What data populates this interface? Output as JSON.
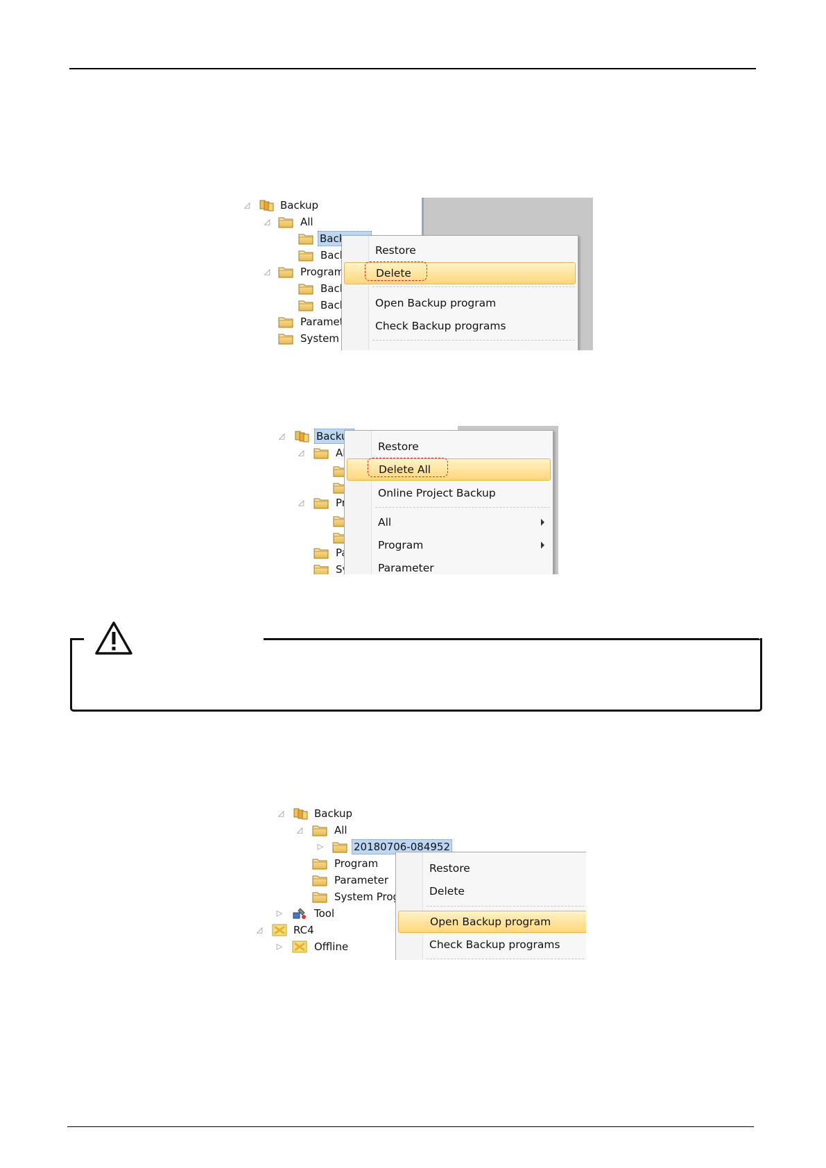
{
  "screenshot1": {
    "tree": [
      {
        "label": "Backup"
      },
      {
        "label": "All"
      },
      {
        "label": "Back"
      },
      {
        "label": "Back"
      },
      {
        "label": "Program"
      },
      {
        "label": "Back"
      },
      {
        "label": "Back"
      },
      {
        "label": "Paramet"
      },
      {
        "label": "System I"
      }
    ],
    "menu": [
      {
        "label": "Restore"
      },
      {
        "label": "Delete"
      },
      {
        "label": "Open Backup program"
      },
      {
        "label": "Check Backup programs"
      }
    ]
  },
  "screenshot2": {
    "tree": [
      {
        "label": "Backu"
      },
      {
        "label": "Al"
      },
      {
        "label": "Pr"
      },
      {
        "label": "Pa"
      },
      {
        "label": "Sy"
      }
    ],
    "menu": [
      {
        "label": "Restore"
      },
      {
        "label": "Delete All"
      },
      {
        "label": "Online Project Backup"
      },
      {
        "label": "All"
      },
      {
        "label": "Program"
      },
      {
        "label": "Parameter"
      }
    ]
  },
  "screenshot3": {
    "tree": [
      {
        "label": "Backup"
      },
      {
        "label": "All"
      },
      {
        "label": "20180706-084952"
      },
      {
        "label": "Program"
      },
      {
        "label": "Parameter"
      },
      {
        "label": "System Prog"
      },
      {
        "label": "Tool"
      },
      {
        "label": "RC4"
      },
      {
        "label": "Offline"
      }
    ],
    "menu": [
      {
        "label": "Restore"
      },
      {
        "label": "Delete"
      },
      {
        "label": "Open Backup program"
      },
      {
        "label": "Check Backup programs"
      }
    ]
  },
  "colors": {
    "highlight": "#ffd77a",
    "selection": "#bcd7f2",
    "callout_border": "#dd2222"
  },
  "icons": [
    "folder-icon",
    "backup-db-icon",
    "tool-icon",
    "robot-controller-icon",
    "warning-triangle-icon",
    "submenu-arrow-icon",
    "expand-triangle-icon"
  ]
}
